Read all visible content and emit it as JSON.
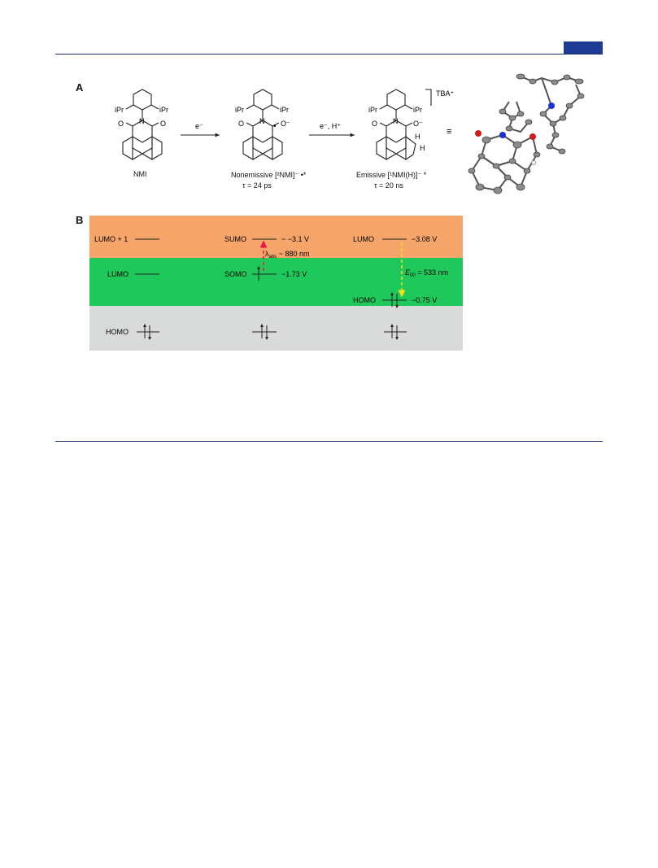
{
  "panels": {
    "a": "A",
    "b": "B"
  },
  "scheme": {
    "nmi_label": "NMI",
    "step1_reagent": "e⁻",
    "step2_reagent": "e⁻, H⁺",
    "equiv_symbol": "≡",
    "counterion": "TBA⁺",
    "nonemissive_label": "Nonemissive [²NMI]⁻ •*",
    "nonemissive_tau": "τ = 24 ps",
    "emissive_label": "Emissive [¹NMI(H)]⁻ *",
    "emissive_tau": "τ = 20 ns",
    "ipr": "iPr",
    "o_letter": "O",
    "n_letter": "N",
    "o_minus": "O⁻",
    "h_letter": "H",
    "radical_dot": "•",
    "bracket_charge": "—"
  },
  "diagram": {
    "colors": {
      "orange": "#f5a56a",
      "green": "#1fc85a",
      "gray": "#d9dbdb",
      "red_arrow": "#e8194a",
      "yellow_arrow": "#f2e21a"
    },
    "col1": {
      "lumo_plus_1": "LUMO + 1",
      "lumo": "LUMO",
      "homo": "HOMO"
    },
    "col2": {
      "sumo": "SUMO",
      "sumo_energy": "~ −3.1 V",
      "abs": "λ",
      "abs_sub": "abs",
      "abs_value": " ~ 880 nm",
      "somo": "SOMO",
      "somo_energy": "−1.73 V"
    },
    "col3": {
      "lumo": "LUMO",
      "lumo_energy": "−3.08 V",
      "e_sym": "E",
      "e_sub": "00",
      "e_value": " = 533 nm",
      "homo": "HOMO",
      "homo_energy": "−0.75 V"
    }
  }
}
